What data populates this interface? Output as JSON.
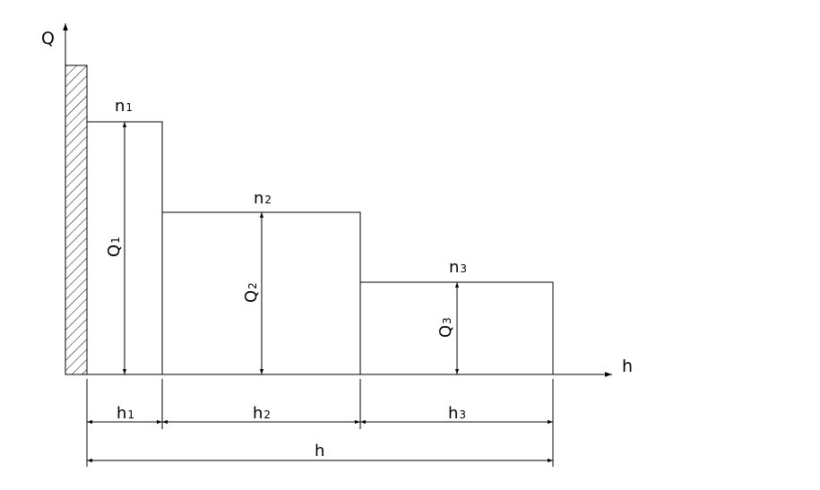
{
  "axes": {
    "y_label": "Q",
    "x_label": "h"
  },
  "steps": [
    {
      "n_label": "n",
      "n_sub": "1",
      "q_label": "Q",
      "q_sub": "1",
      "h_label": "h",
      "h_sub": "1"
    },
    {
      "n_label": "n",
      "n_sub": "2",
      "q_label": "Q",
      "q_sub": "2",
      "h_label": "h",
      "h_sub": "2"
    },
    {
      "n_label": "n",
      "n_sub": "3",
      "q_label": "Q",
      "q_sub": "3",
      "h_label": "h",
      "h_sub": "3"
    }
  ],
  "total_length_label": "h",
  "colors": {
    "line": "#000000",
    "background": "#ffffff"
  }
}
